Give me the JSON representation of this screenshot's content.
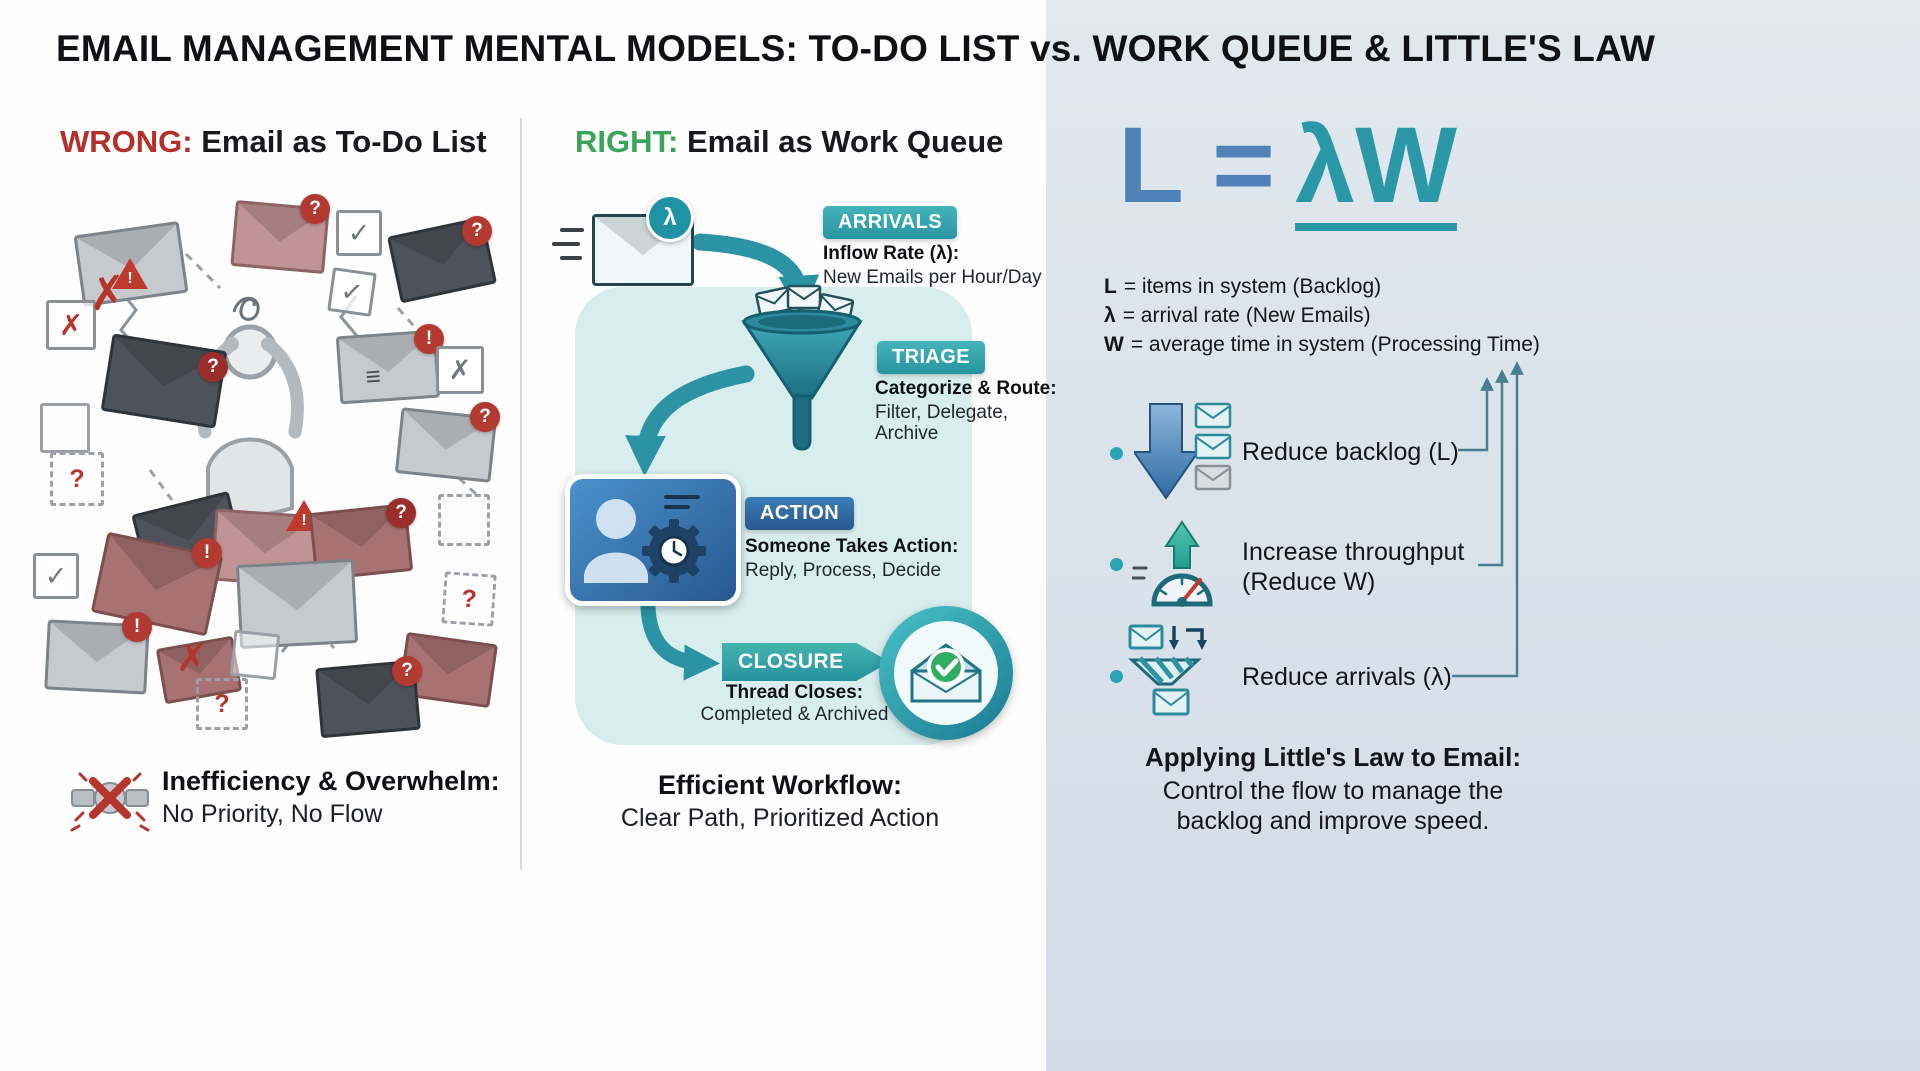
{
  "title": "EMAIL MANAGEMENT MENTAL MODELS: TO-DO LIST vs. WORK QUEUE & LITTLE'S LAW",
  "icons": {
    "question": "?",
    "exclaim": "!",
    "cross": "✗",
    "check": "✓",
    "list_lines": "≡"
  },
  "left_panel": {
    "heading_highlight": "WRONG:",
    "heading_rest": " Email as To-Do List",
    "footer_title": "Inefficiency & Overwhelm:",
    "footer_subtitle": "No Priority, No Flow"
  },
  "middle_panel": {
    "heading_highlight": "RIGHT:",
    "heading_rest": " Email as Work Queue",
    "lambda": "λ",
    "arrivals": {
      "badge": "ARRIVALS",
      "bold": "Inflow Rate (λ):",
      "text": "New Emails per Hour/Day"
    },
    "triage": {
      "badge": "TRIAGE",
      "bold": "Categorize & Route:",
      "text": "Filter, Delegate,\nArchive"
    },
    "action": {
      "badge": "ACTION",
      "bold": "Someone Takes Action:",
      "text": "Reply, Process, Decide"
    },
    "closure": {
      "badge": "CLOSURE",
      "bold": "Thread Closes:",
      "text": "Completed & Archived"
    },
    "footer_title": "Efficient Workflow:",
    "footer_subtitle": "Clear Path, Prioritized Action"
  },
  "right_panel": {
    "formula_left": "L =",
    "formula_right": "λW",
    "legend": [
      {
        "symbol": "L",
        "text": "= items in system (Backlog)"
      },
      {
        "symbol": "λ",
        "text": "= arrival rate (New Emails)"
      },
      {
        "symbol": "W",
        "text": "= average time in system (Processing Time)"
      }
    ],
    "levers": [
      {
        "label": "Reduce backlog (L)"
      },
      {
        "label": "Increase throughput\n(Reduce W)"
      },
      {
        "label": "Reduce arrivals (λ)"
      }
    ],
    "footer_title": "Applying Little's Law to Email:",
    "footer_text": "Control the flow to manage the\nbacklog and improve speed."
  }
}
